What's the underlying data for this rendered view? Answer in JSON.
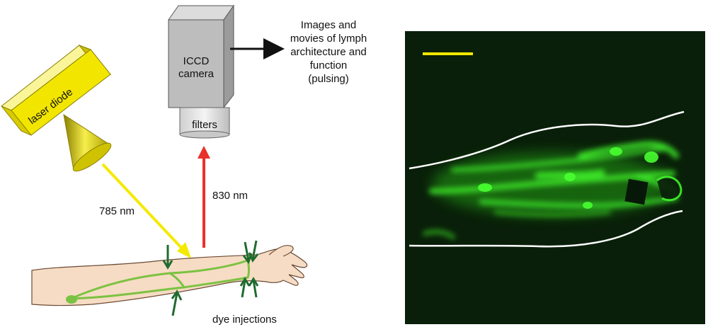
{
  "labels": {
    "laser_diode": "laser diode",
    "camera_line1": "ICCD",
    "camera_line2": "camera",
    "filters": "filters",
    "output_line1": "Images and",
    "output_line2": "movies of lymph",
    "output_line3": "architecture and",
    "output_line4": "function",
    "output_line5": "(pulsing)",
    "excitation_wavelength": "785 nm",
    "emission_wavelength": "830 nm",
    "dye_injections": "dye injections"
  },
  "colors": {
    "laser_body": "#f2e600",
    "excitation_beam": "#f4ea00",
    "emission_beam": "#e8322b",
    "camera_body": "#bdbdbd",
    "lymph_vessels": "#7cc242",
    "injection_arrows": "#1f6b2e",
    "skin": "#f6dcc4",
    "fluorescence": "#32e61c",
    "scale_bar": "#f2e600",
    "image_background": "#071807"
  },
  "icons": {
    "laser": "laser-diode-icon",
    "camera": "iccd-camera-icon",
    "arm": "forearm-icon"
  }
}
